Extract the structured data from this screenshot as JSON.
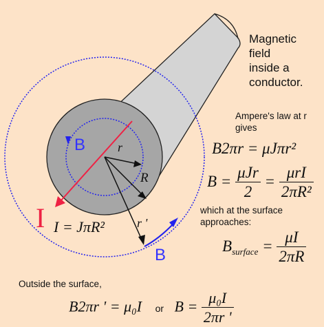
{
  "caption": [
    "Magnetic",
    "field",
    "inside a",
    "conductor."
  ],
  "labels": {
    "B_inner": "B",
    "B_outer": "B",
    "r": "r",
    "R": "R",
    "r_prime": "r '",
    "I_big": "I"
  },
  "current_equation": "I = JπR²",
  "amperes_law_note": "Ampere's law at r gives",
  "eq1": {
    "lhs": "B2πr = μJπr²"
  },
  "eq2": {
    "lhs": "B =",
    "frac1_num": "μJr",
    "frac1_den": "2",
    "equals": "=",
    "frac2_num": "μrI",
    "frac2_den": "2πR²"
  },
  "surface_note": "which at the surface approaches:",
  "eq3": {
    "lhs": "B",
    "subscript": "surface",
    "equals": "=",
    "num": "μI",
    "den": "2πR"
  },
  "outside_note": "Outside the surface,",
  "eq4": {
    "lhs": "B2πr ' = μ₀I",
    "or": "or",
    "rhs_lhs": "B =",
    "num": "μ₀I",
    "den": "2πr '"
  },
  "colors": {
    "background": "#fde3c8",
    "cylinder_side": "#d4d4d4",
    "cylinder_face": "#a6a6a6",
    "field_line": "#2222ee",
    "current": "#ee2244",
    "label_blue": "#3333ff"
  }
}
